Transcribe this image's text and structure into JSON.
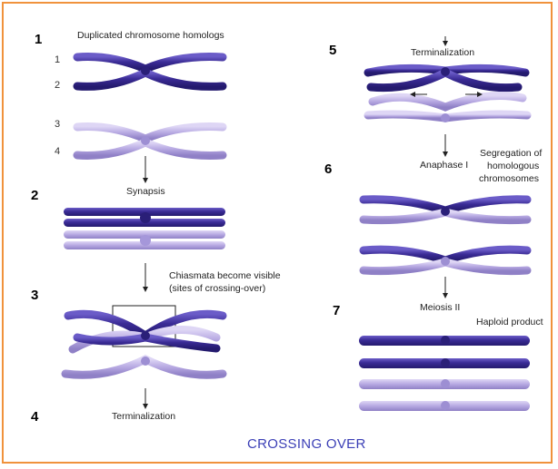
{
  "title": "CROSSING OVER",
  "steps": [
    "1",
    "2",
    "3",
    "4",
    "5",
    "6",
    "7"
  ],
  "homolog_numbers": [
    "1",
    "2",
    "3",
    "4"
  ],
  "captions": {
    "duplicated": "Duplicated chromosome homologs",
    "synapsis": "Synapsis",
    "chiasmata_1": "Chiasmata become visible",
    "chiasmata_2": "(sites of crossing-over)",
    "terminalization_left": "Terminalization",
    "terminalization_right": "Terminalization",
    "anaphase": "Anaphase I",
    "segregation_1": "Segregation of",
    "segregation_2": "homologous",
    "segregation_3": "chromosomes",
    "meiosis": "Meiosis II",
    "haploid": "Haploid product"
  },
  "colors": {
    "dark_chromosome": "#3d2f9a",
    "light_chromosome": "#b8abe0",
    "border": "#f0923c",
    "title": "#3b3fb6"
  }
}
